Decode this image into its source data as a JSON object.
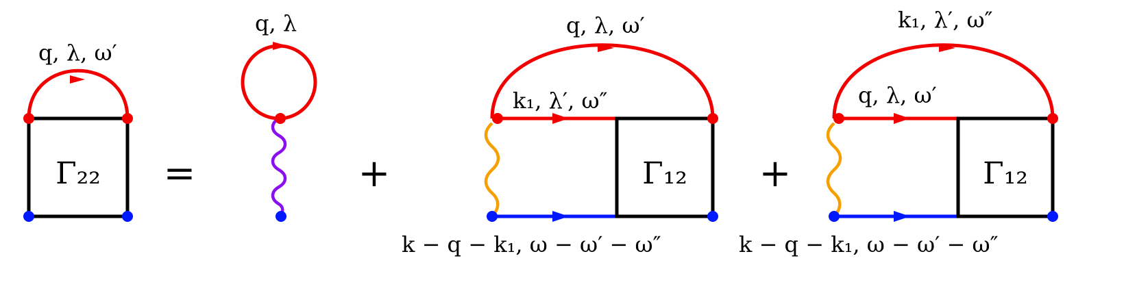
{
  "equation": {
    "equals": "=",
    "plus": "+"
  },
  "lhs": {
    "vertex_label": "Γ₂₂",
    "arc_label": "q, λ, ω′"
  },
  "term1": {
    "loop_label": "q, λ"
  },
  "term2": {
    "outer_arc_label": "q, λ, ω′",
    "inner_line_label": "k₁, λ′, ω″",
    "bottom_label": "k − q − k₁, ω − ω′ − ω″",
    "vertex_label": "Γ₁₂"
  },
  "term3": {
    "outer_arc_label": "k₁, λ′, ω″",
    "inner_line_label": "q, λ, ω′",
    "bottom_label": "k − q − k₁, ω − ω′ − ω″",
    "vertex_label": "Γ₁₂"
  },
  "colors": {
    "phonon_line": "#f20000",
    "electron_line": "#0018ff",
    "interaction_orange": "#f5a000",
    "interaction_purple": "#8a10f0",
    "vertex_box": "#000000"
  }
}
